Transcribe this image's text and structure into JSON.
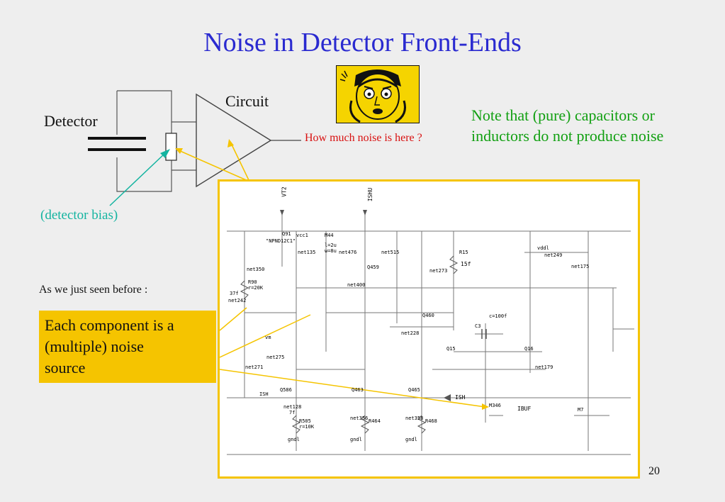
{
  "slide": {
    "title": "Noise in Detector Front-Ends",
    "page_number": "20"
  },
  "diagram": {
    "circuit_label": "Circuit",
    "detector_label": "Detector",
    "noise_question": "How much noise is here ?",
    "note_line1": "Note that (pure) capacitors or",
    "note_line2": "inductors do not produce noise",
    "bias_label": "(detector bias)",
    "intro_text": "As we just seen before :",
    "callout_line1": "Each component is a",
    "callout_line2": "(multiple) noise",
    "callout_line3": "source",
    "colors": {
      "title": "#2a2ad0",
      "note": "#12a012",
      "question": "#d81010",
      "bias": "#14b4a0",
      "callout": "#f5c400"
    }
  },
  "schematic": {
    "labels": {
      "vt2": "VT2",
      "ishu": "ISHU",
      "q91": "Q91",
      "vcc1": "vcc1",
      "npn": "\"NPND12C1\"",
      "net135": "net135",
      "net350": "net350",
      "r90": "R90",
      "r_20k": "r=20K",
      "cap37": "37f",
      "net242": "net242",
      "m44": "M44",
      "l2u": "l=2u",
      "w8u": "w=8u",
      "net476": "net476",
      "net515": "net515",
      "q459": "Q459",
      "net400": "net400",
      "q460": "Q460",
      "net228": "net228",
      "r15": "R15",
      "c15f": "15f",
      "net273": "net273",
      "c3": "C3",
      "c100f": "c=100f",
      "q15": "Q15",
      "q16": "Q16",
      "net249": "net249",
      "net175": "net175",
      "net179": "net179",
      "vddl": "vddl",
      "ish": "ISH",
      "ibuf": "IBUF",
      "q586": "Q586",
      "net128": "net128",
      "r505": "R505",
      "r10k": "r=10K",
      "q463": "Q463",
      "q465": "Q465",
      "net356": "net356",
      "net358": "net358",
      "r464": "R464",
      "r468": "R468",
      "gndl": "gndl",
      "m346": "M346",
      "m7": "M7",
      "net275": "net275",
      "net271": "net271",
      "c7f": "7f",
      "vm": "vm"
    }
  }
}
